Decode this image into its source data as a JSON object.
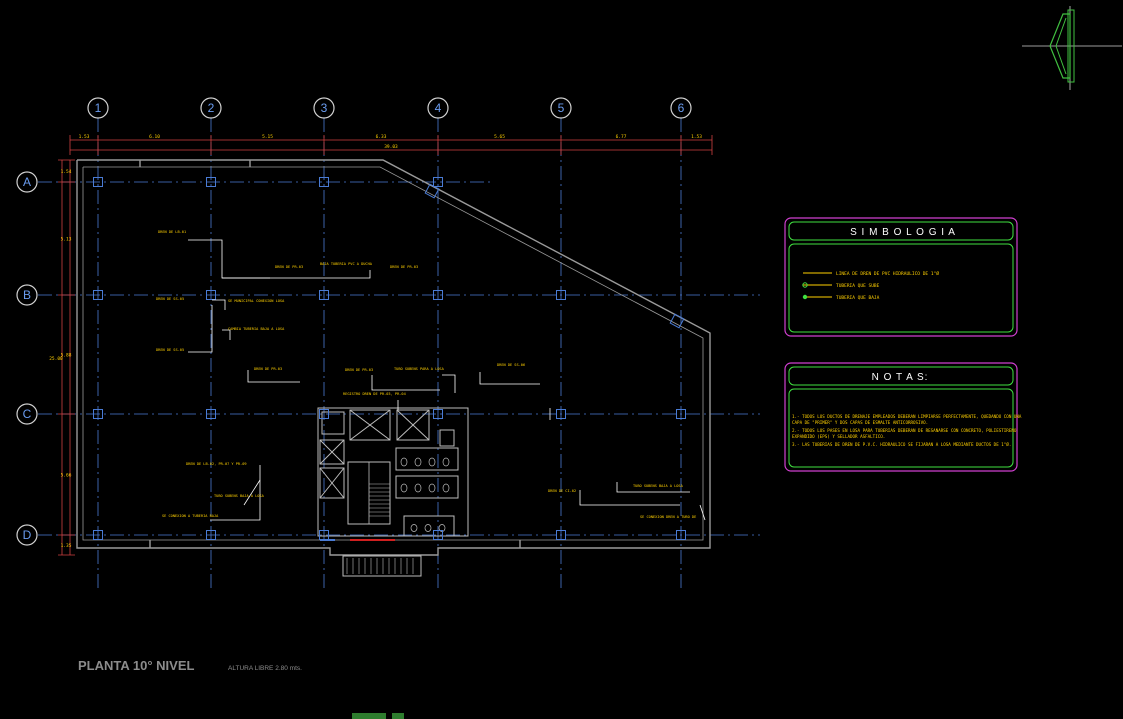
{
  "colors": {
    "background": "#000000",
    "grid_axis": "#4a7bd4",
    "bubble": "#6a9cf0",
    "dimension": "#d04040",
    "wall": "#9a9a9a",
    "leader": "#ffffff",
    "label_yellow": "#ffd000",
    "panel_border": "#d040d0",
    "panel_inner": "#40e040",
    "stair": "#bdbdbd"
  },
  "columns": [
    "1",
    "2",
    "3",
    "4",
    "5",
    "6"
  ],
  "rows": [
    "A",
    "B",
    "C",
    "D"
  ],
  "dims_top": [
    "1.53",
    "6.10",
    "5.15",
    "6.33",
    "5.65",
    "6.77",
    "1.53"
  ],
  "dim_top_total": "39.03",
  "dims_left": [
    "1.54",
    "5.13",
    "5.88",
    "5.66",
    "1.35"
  ],
  "dim_left_total": "25.00",
  "notes_plan": [
    "DREN DE LB-01",
    "DREN DE PR-03",
    "BAJA TUBERIA PVC A DUCHA",
    "DREN DE PR-03",
    "SE MUNICIPAL CONEXION LOSA",
    "DREN DE SS-05",
    "CAMBIA TUBERIA BAJA A LOSA",
    "DREN DE SS-05",
    "DREN DE PR-03",
    "DREN DE PR-03",
    "TUBO SUBENS PARA A LOSA",
    "DREN DE SS-06",
    "REGISTRO DREN DE PR-03, PR-04",
    "DREN DE LB-02, PR-07 Y PR-09",
    "TUBO SUBENS BAJA A LOSA",
    "SE CONEXION A TUBERIA BAJA",
    "DREN DE CI-02",
    "TUBO SUBENS BAJA A LOSA",
    "SE CONEXION DREN A TUBO DE"
  ],
  "simbologia": {
    "title": "S I M B O L O G I A",
    "items": [
      "LINEA DE DREN DE PVC HIDRAULICO DE 1\"Ø",
      "TUBERIA QUE SUBE",
      "TUBERIA QUE BAJA"
    ]
  },
  "notas": {
    "title": "N O T A S:",
    "items": [
      "1.- TODOS LOS DUCTOS DE DRENAJE EMPLEADOS DEBERAN LIMPIARSE PERFECTAMENTE, QUEDANDO CON UNA CAPA DE \"PRIMER\" Y DOS CAPAS DE ESMALTE ANTICORROSIVO.",
      "2.- TODOS LOS PASES EN LOSA PARA TUBERIAS DEBERAN DE RESANARSE CON CONCRETO, POLIESTIRENO EXPANDIDO (EPS) Y SELLADOR ASFALTICO.",
      "3.- LAS TUBERIAS DE DREN DE P.V.C. HIDRAULICO SE FIJARAN A LOSA MEDIANTE DUCTOS DE 1\"Ø."
    ]
  },
  "title_block": {
    "title": "PLANTA 10° NIVEL",
    "subtitle": "ALTURA LIBRE 2.80 mts."
  }
}
